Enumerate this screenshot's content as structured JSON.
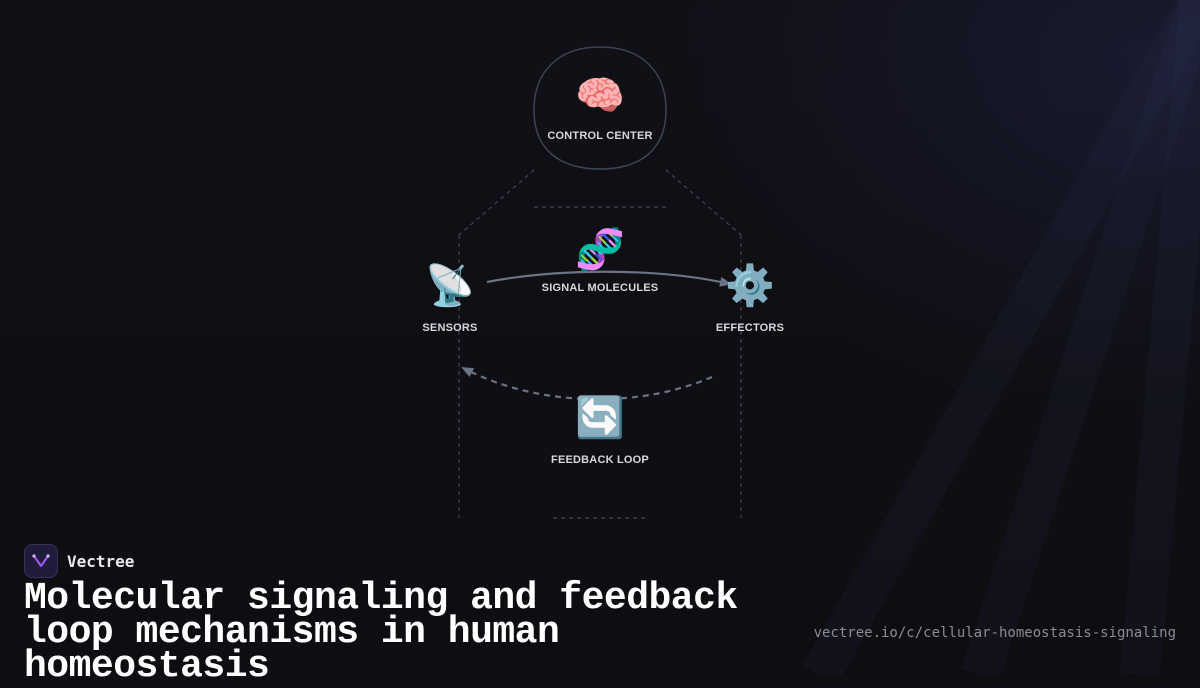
{
  "nodes": {
    "control_center": {
      "icon": "brain-icon",
      "glyph": "🧠",
      "label": "CONTROL CENTER"
    },
    "signal_molecules": {
      "icon": "dna-icon",
      "glyph": "🧬",
      "label": "SIGNAL MOLECULES"
    },
    "sensors": {
      "icon": "satellite-antenna-icon",
      "glyph": "📡",
      "label": "SENSORS"
    },
    "effectors": {
      "icon": "gear-icon",
      "glyph": "⚙️",
      "label": "EFFECTORS"
    },
    "feedback_loop": {
      "icon": "cycle-arrows-icon",
      "glyph": "🔄",
      "label": "FEEDBACK LOOP"
    }
  },
  "colors": {
    "accent": "#a855f7",
    "stroke": "#5b6474",
    "text": "#d6d8e0"
  },
  "brand": {
    "name": "Vectree"
  },
  "title": "Molecular signaling and feedback loop mechanisms in human homeostasis",
  "url": "vectree.io/c/cellular-homeostasis-signaling"
}
